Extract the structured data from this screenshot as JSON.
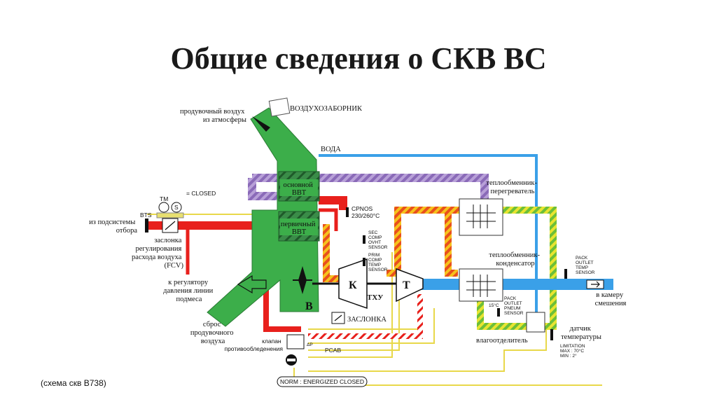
{
  "title": "Общие сведения о СКВ ВС",
  "caption": "(схема скв B738)",
  "colors": {
    "bleed_hot": "#e8201c",
    "cold_air": "#3aa0e8",
    "ram_air": "#3cae4a",
    "water_loop": "#7a5aa8",
    "mixed_air": "#f08a2a",
    "condenser_loop": "#c7d92a",
    "control_line": "#e8e070"
  },
  "labels": {
    "intake": "ВОЗДУХОЗАБОРНИК",
    "purge_air": [
      "продувочный воздух",
      "из атмосферы"
    ],
    "water": "ВОДА",
    "main_hx": [
      "основной",
      "ВВТ"
    ],
    "primary_hx": [
      "первичный",
      "ВВТ"
    ],
    "tm": "TM",
    "s": "S",
    "closed": "= CLOSED",
    "bts": "BTS",
    "from_bleed": [
      "из подсистемы",
      "отбора"
    ],
    "fcv": [
      "заслонка",
      "регулирования",
      "расхода воздуха",
      "(FCV)"
    ],
    "to_regulator": [
      "к регулятору",
      "давления линии",
      "подмеса"
    ],
    "exhaust": [
      "сброс",
      "продувочного",
      "воздуха"
    ],
    "cpnos": [
      "CPNOS",
      "230/260°C"
    ],
    "sec_sensor": [
      "SEC",
      "COMP",
      "OVHT",
      "SENSOR"
    ],
    "prim_sensor": [
      "PRIM",
      "COMP",
      "TEMP",
      "SENSOR"
    ],
    "compressor": "К",
    "turbine": "Т",
    "acm": "ТХУ",
    "fan": "В",
    "valve": "ЗАСЛОНКА",
    "reheater": [
      "теплообменник-",
      "перегреватель"
    ],
    "condenser": [
      "теплообменник-",
      "конденсатор"
    ],
    "pack_outlet_temp": [
      "PACK",
      "OUTLET",
      "TEMP",
      "SENSOR"
    ],
    "pack_outlet_pneum": [
      "PACK",
      "OUTLET",
      "PNEUM",
      "SENSOR"
    ],
    "deg15": "15°C",
    "mix_chamber": [
      "в камеру",
      "смешения"
    ],
    "water_sep": "влагоотделитель",
    "temp_sensor": [
      "датчик",
      "температуры"
    ],
    "limitation": [
      "LIMITATION",
      "MAX : 70°C",
      "MIN : 2°"
    ],
    "anti_ice": [
      "клапан",
      "противообледенения"
    ],
    "dp": "ΔP",
    "pcab": "PCAB",
    "norm": "NORM : ENERGIZED CLOSED"
  }
}
